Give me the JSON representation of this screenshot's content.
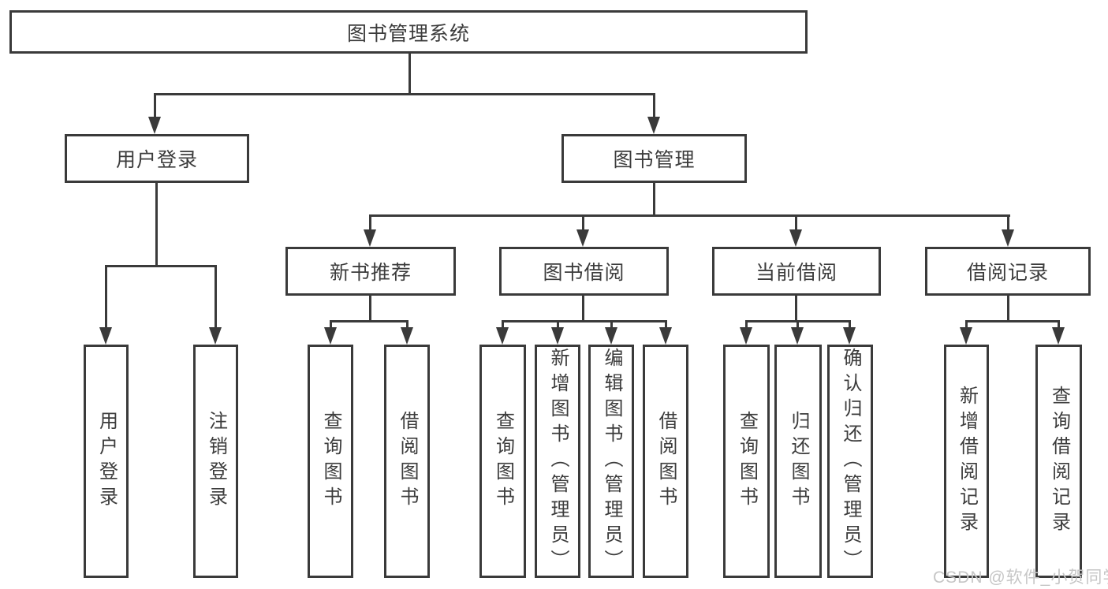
{
  "tree": {
    "label": "图书管理系统",
    "children": [
      {
        "label": "用户登录",
        "children": [
          {
            "label": "用户登录"
          },
          {
            "label": "注销登录"
          }
        ]
      },
      {
        "label": "图书管理",
        "children": [
          {
            "label": "新书推荐",
            "children": [
              {
                "label": "查询图书"
              },
              {
                "label": "借阅图书"
              }
            ]
          },
          {
            "label": "图书借阅",
            "children": [
              {
                "label": "查询图书"
              },
              {
                "label": "新增图书（管理员）"
              },
              {
                "label": "编辑图书（管理员）"
              },
              {
                "label": "借阅图书"
              }
            ]
          },
          {
            "label": "当前借阅",
            "children": [
              {
                "label": "查询图书"
              },
              {
                "label": "归还图书"
              },
              {
                "label": "确认归还（管理员）"
              }
            ]
          },
          {
            "label": "借阅记录",
            "children": [
              {
                "label": "新增借阅记录"
              },
              {
                "label": "查询借阅记录"
              }
            ]
          }
        ]
      }
    ]
  },
  "watermark": {
    "text": "CSDN @软件_小贺同学"
  },
  "colors": {
    "line": "#3a3a3a",
    "text": "#3c3c3c",
    "background": "#ffffff",
    "watermark": "#c6c6c6"
  }
}
